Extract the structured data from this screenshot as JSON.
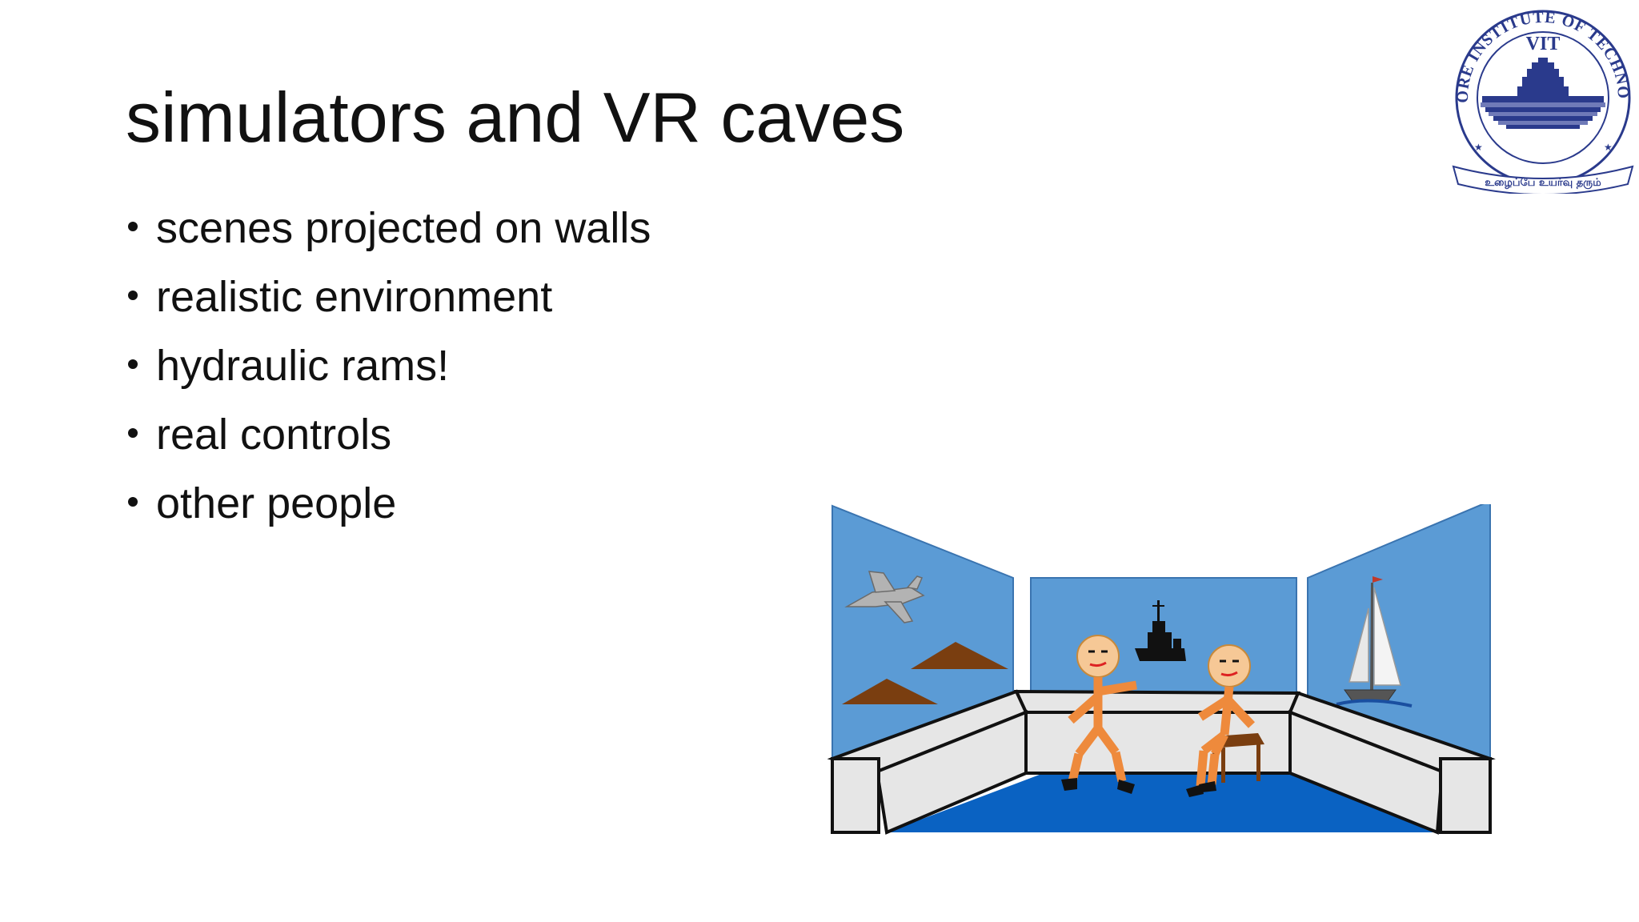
{
  "slide": {
    "title": "simulators and VR caves",
    "bullets": [
      "scenes projected on walls",
      "realistic environment",
      "hydraulic rams!",
      "real controls",
      "other people"
    ]
  },
  "logo": {
    "ring_text": "VELLORE INSTITUTE OF TECHNOLOGY",
    "center_text": "VIT",
    "ribbon_text": "உழைப்பே உயர்வு தரும்",
    "color": "#2a3a8c"
  },
  "illustration": {
    "icon": "vr-cave-illustration-icon",
    "colors": {
      "wall": "#5b9bd5",
      "floor": "#0a62c2",
      "bench": "#e6e6e6",
      "figure": "#ee8a3c",
      "face": "#f6c896",
      "terrain": "#7a3e10",
      "chair": "#7a3e10"
    }
  }
}
